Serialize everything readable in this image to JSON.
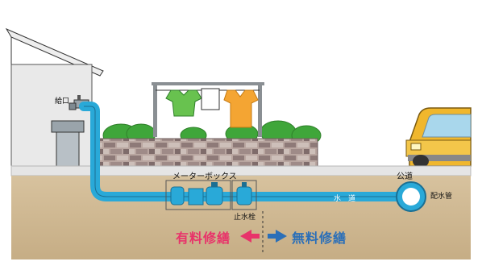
{
  "labels": {
    "faucet": "給口",
    "meter_box": "メーターボックス",
    "stop_valve": "止水栓",
    "road": "公道",
    "water_main": "配水管",
    "pipe_name": "水　道",
    "paid_repair": "有料修繕",
    "free_repair": "無料修繕"
  },
  "colors": {
    "paid": "#e8336a",
    "free": "#2b6fb8",
    "pipe": "#29a9d8"
  }
}
